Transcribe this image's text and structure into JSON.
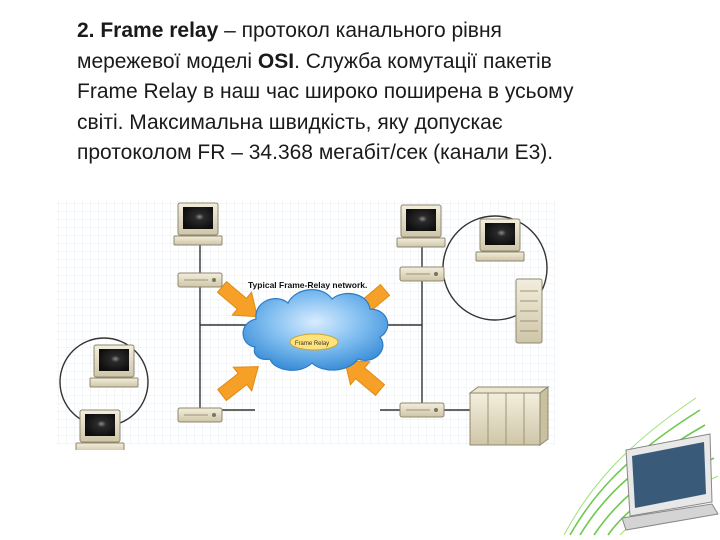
{
  "slide": {
    "text": {
      "lead_bold": "2. Frame relay",
      "part1": " – протокол канального рівня мережевої моделі ",
      "osi_bold": "OSI",
      "part2": ". Служба комутації пакетів Frame Relay в наш час широко поширена в усьому світі. Максимальна швидкість, яку допускає протоколом FR – 34.368 мегабіт/сек (канали E3)."
    },
    "diagram": {
      "caption": "Typical Frame-Relay network.",
      "cloud_label": "Frame Relay",
      "colors": {
        "cloud": "#5aa8e8",
        "arrow": "#f7a028",
        "monitor_screen": "#1c1c1c",
        "device_beige": "#e7dfc6",
        "accent_green": "#5ec43a"
      },
      "icons": [
        "computer-icon",
        "router-icon",
        "server-tower-icon",
        "mainframe-icon",
        "cloud-icon",
        "laptop-icon"
      ]
    }
  }
}
